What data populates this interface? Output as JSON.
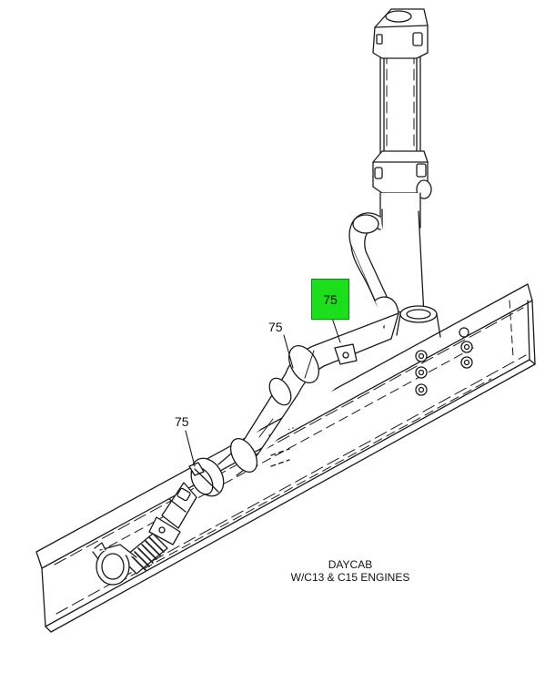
{
  "callouts": {
    "highlighted": "75",
    "upper_pipe": "75",
    "lower_clamp": "75"
  },
  "caption": {
    "line1": "DAYCAB",
    "line2": "W/C13 & C15 ENGINES"
  },
  "colors": {
    "highlight": "#1adf1a",
    "line": "#1a1a1a"
  }
}
